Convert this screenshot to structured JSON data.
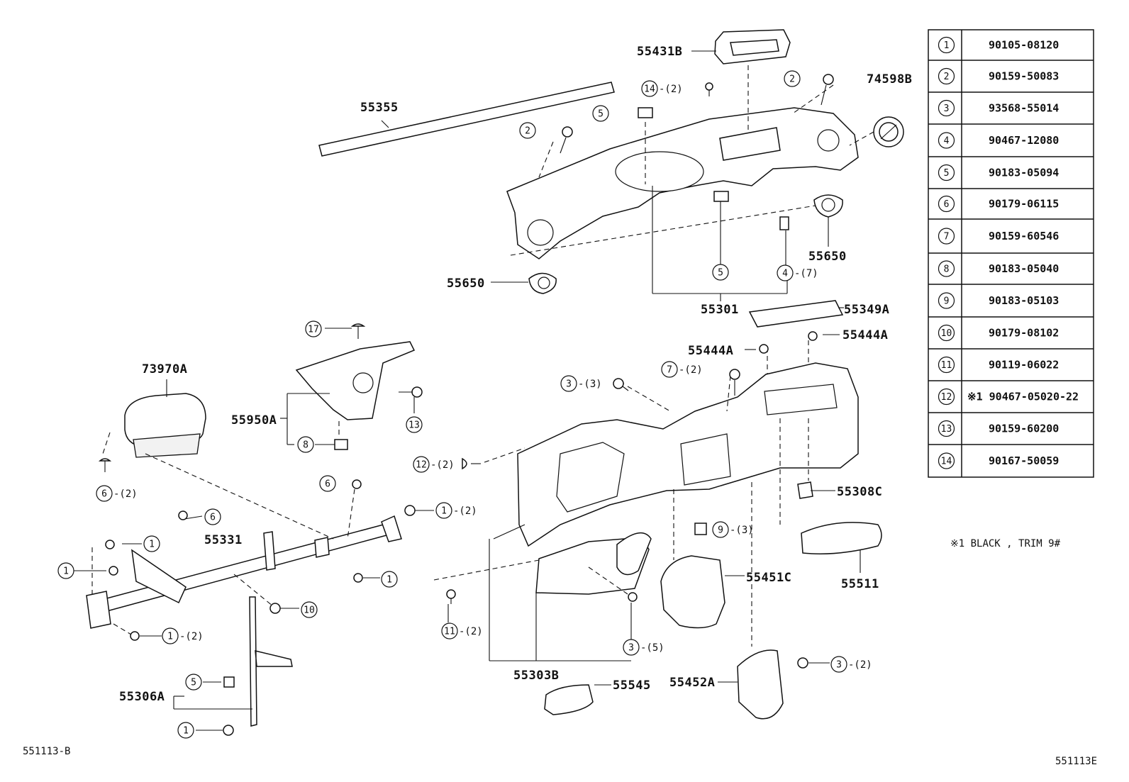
{
  "diagram": {
    "drawing_codes": {
      "left": "551113-B",
      "right": "551113E"
    },
    "note": "※1 BLACK , TRIM 9#",
    "part_labels": [
      {
        "id": "p55431B",
        "text": "55431B"
      },
      {
        "id": "p74598B",
        "text": "74598B"
      },
      {
        "id": "p55355",
        "text": "55355"
      },
      {
        "id": "p55650a",
        "text": "55650"
      },
      {
        "id": "p55650b",
        "text": "55650"
      },
      {
        "id": "p55301",
        "text": "55301"
      },
      {
        "id": "p55349A",
        "text": "55349A"
      },
      {
        "id": "p55444Aa",
        "text": "55444A"
      },
      {
        "id": "p55444Ab",
        "text": "55444A"
      },
      {
        "id": "p73970A",
        "text": "73970A"
      },
      {
        "id": "p55950A",
        "text": "55950A"
      },
      {
        "id": "p55331",
        "text": "55331"
      },
      {
        "id": "p55308C",
        "text": "55308C"
      },
      {
        "id": "p55451C",
        "text": "55451C"
      },
      {
        "id": "p55511",
        "text": "55511"
      },
      {
        "id": "p55303B",
        "text": "55303B"
      },
      {
        "id": "p55545",
        "text": "55545"
      },
      {
        "id": "p55452A",
        "text": "55452A"
      },
      {
        "id": "p55306A",
        "text": "55306A"
      }
    ],
    "callouts": [
      {
        "id": "c14",
        "num": "14",
        "qty": "-(2)"
      },
      {
        "id": "c2a",
        "num": "2",
        "qty": ""
      },
      {
        "id": "c5a",
        "num": "5",
        "qty": ""
      },
      {
        "id": "c2b",
        "num": "2",
        "qty": ""
      },
      {
        "id": "c5b",
        "num": "5",
        "qty": ""
      },
      {
        "id": "c4",
        "num": "4",
        "qty": "-(7)"
      },
      {
        "id": "c17",
        "num": "17",
        "qty": ""
      },
      {
        "id": "c3a",
        "num": "3",
        "qty": "-(3)"
      },
      {
        "id": "c7",
        "num": "7",
        "qty": "-(2)"
      },
      {
        "id": "c13",
        "num": "13",
        "qty": ""
      },
      {
        "id": "c8",
        "num": "8",
        "qty": ""
      },
      {
        "id": "c12",
        "num": "12",
        "qty": "-(2)"
      },
      {
        "id": "c6a",
        "num": "6",
        "qty": "-(2)"
      },
      {
        "id": "c6b",
        "num": "6",
        "qty": ""
      },
      {
        "id": "c6c",
        "num": "6",
        "qty": ""
      },
      {
        "id": "c1a",
        "num": "1",
        "qty": "-(2)"
      },
      {
        "id": "c1b",
        "num": "1",
        "qty": ""
      },
      {
        "id": "c1c",
        "num": "1",
        "qty": ""
      },
      {
        "id": "c1d",
        "num": "1",
        "qty": ""
      },
      {
        "id": "c1e",
        "num": "1",
        "qty": "-(2)"
      },
      {
        "id": "c10",
        "num": "10",
        "qty": ""
      },
      {
        "id": "c9",
        "num": "9",
        "qty": "-(3)"
      },
      {
        "id": "c11",
        "num": "11",
        "qty": "-(2)"
      },
      {
        "id": "c3b",
        "num": "3",
        "qty": "-(5)"
      },
      {
        "id": "c3c",
        "num": "3",
        "qty": "-(2)"
      },
      {
        "id": "c5c",
        "num": "5",
        "qty": ""
      },
      {
        "id": "c1f",
        "num": "1",
        "qty": ""
      }
    ],
    "parts_table": [
      {
        "ref": "1",
        "part": "90105-08120"
      },
      {
        "ref": "2",
        "part": "90159-50083"
      },
      {
        "ref": "3",
        "part": "93568-55014"
      },
      {
        "ref": "4",
        "part": "90467-12080"
      },
      {
        "ref": "5",
        "part": "90183-05094"
      },
      {
        "ref": "6",
        "part": "90179-06115"
      },
      {
        "ref": "7",
        "part": "90159-60546"
      },
      {
        "ref": "8",
        "part": "90183-05040"
      },
      {
        "ref": "9",
        "part": "90183-05103"
      },
      {
        "ref": "10",
        "part": "90179-08102"
      },
      {
        "ref": "11",
        "part": "90119-06022"
      },
      {
        "ref": "12",
        "part": "※1 90467-05020-22"
      },
      {
        "ref": "13",
        "part": "90159-60200"
      },
      {
        "ref": "14",
        "part": "90167-50059"
      }
    ]
  }
}
